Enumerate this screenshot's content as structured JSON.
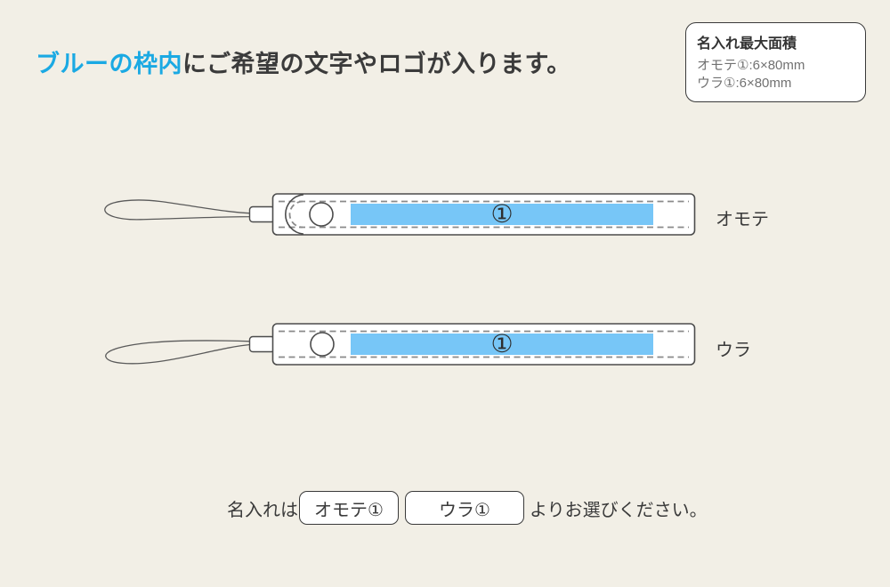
{
  "page": {
    "background_color": "#F2EFE6"
  },
  "headline": {
    "highlight": "ブルーの枠内",
    "rest": "にご希望の文字やロゴが入ります。"
  },
  "info_box": {
    "title": "名入れ最大面積",
    "lines": [
      "オモテ①:6×80mm",
      "ウラ①:6×80mm"
    ]
  },
  "straps": [
    {
      "side_label": "オモテ",
      "marker": "①"
    },
    {
      "side_label": "ウラ",
      "marker": "①"
    }
  ],
  "footer": {
    "prefix": "名入れは",
    "options": [
      "オモテ①",
      "ウラ①"
    ],
    "suffix": "よりお選びください。"
  },
  "colors": {
    "background": "#F2EFE6",
    "headline_highlight": "#1AA9E3",
    "print_area_blue": "#77C6F7",
    "outline_dark": "#4C4C4C",
    "stitch_gray": "#8A8A8A",
    "text_dark": "#3A3A3A",
    "text_gray": "#717171"
  }
}
